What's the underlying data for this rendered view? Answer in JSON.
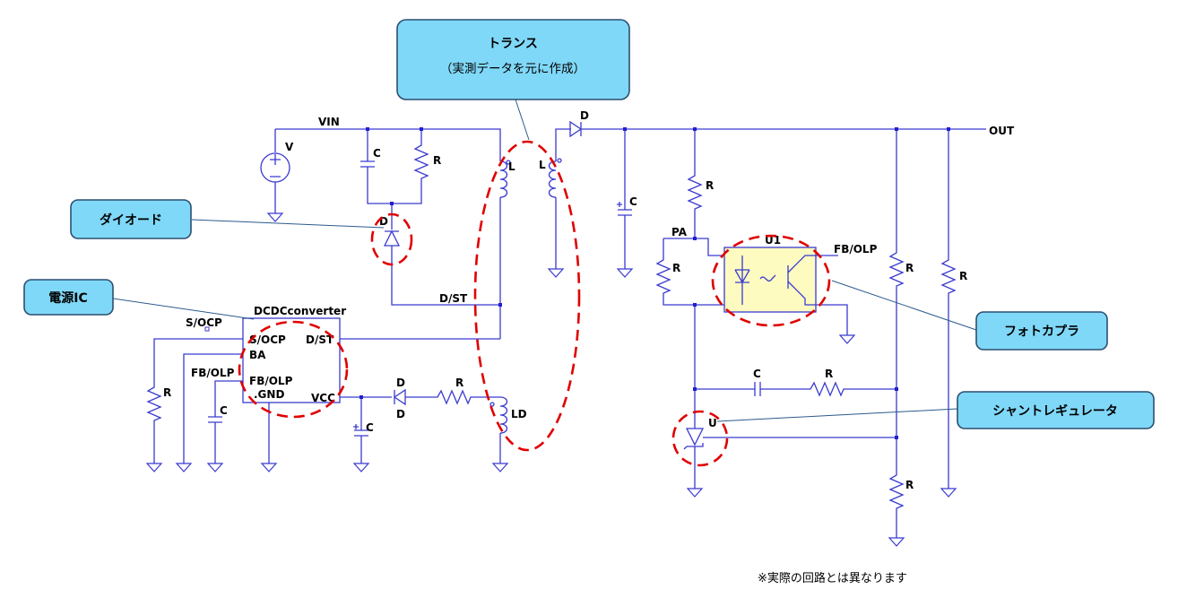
{
  "callouts": {
    "transformer_title": "トランス",
    "transformer_sub": "（実測データを元に作成）",
    "diode": "ダイオード",
    "power_ic": "電源IC",
    "photocoupler": "フォトカプラ",
    "shunt_regulator": "シャントレギュレータ"
  },
  "labels": {
    "vin": "VIN",
    "v": "V",
    "c_input": "C",
    "r_snubber": "R",
    "d_snubber": "D",
    "l_primary": "L",
    "l_secondary": "L",
    "d_out": "D",
    "out": "OUT",
    "c_out": "C",
    "r_pa": "R",
    "pa": "PA",
    "r_pa_shunt": "R",
    "u1": "U1",
    "fb_olp_out": "FB/OLP",
    "r_divider_top": "R",
    "r_load": "R",
    "c_comp": "C",
    "r_comp": "R",
    "u_shunt": "U",
    "r_divider_bottom": "R",
    "ic_name": "DCDCconverter",
    "pin_socp": "S/OCP",
    "pin_dst": "D/ST",
    "pin_ba": "BA",
    "pin_fbolp": "FB/OLP",
    "pin_gnd": ".GND",
    "pin_vcc": "VCC",
    "net_dst": "D/ST",
    "net_socp": "S/OCP",
    "net_fbolp": "FB/OLP",
    "r_ocp": "R",
    "c_fbolp": "C",
    "d_vcc_top": "D",
    "d_vcc_bottom": "D",
    "r_vcc": "R",
    "c_vcc": "C",
    "ld": "LD"
  },
  "note": "※実際の回路とは異なります",
  "colors": {
    "wire": "#3a3ad0",
    "highlight": "#e00000",
    "callout_fill": "#80d8f8",
    "photocoupler_fill": "#fdfbc0"
  }
}
